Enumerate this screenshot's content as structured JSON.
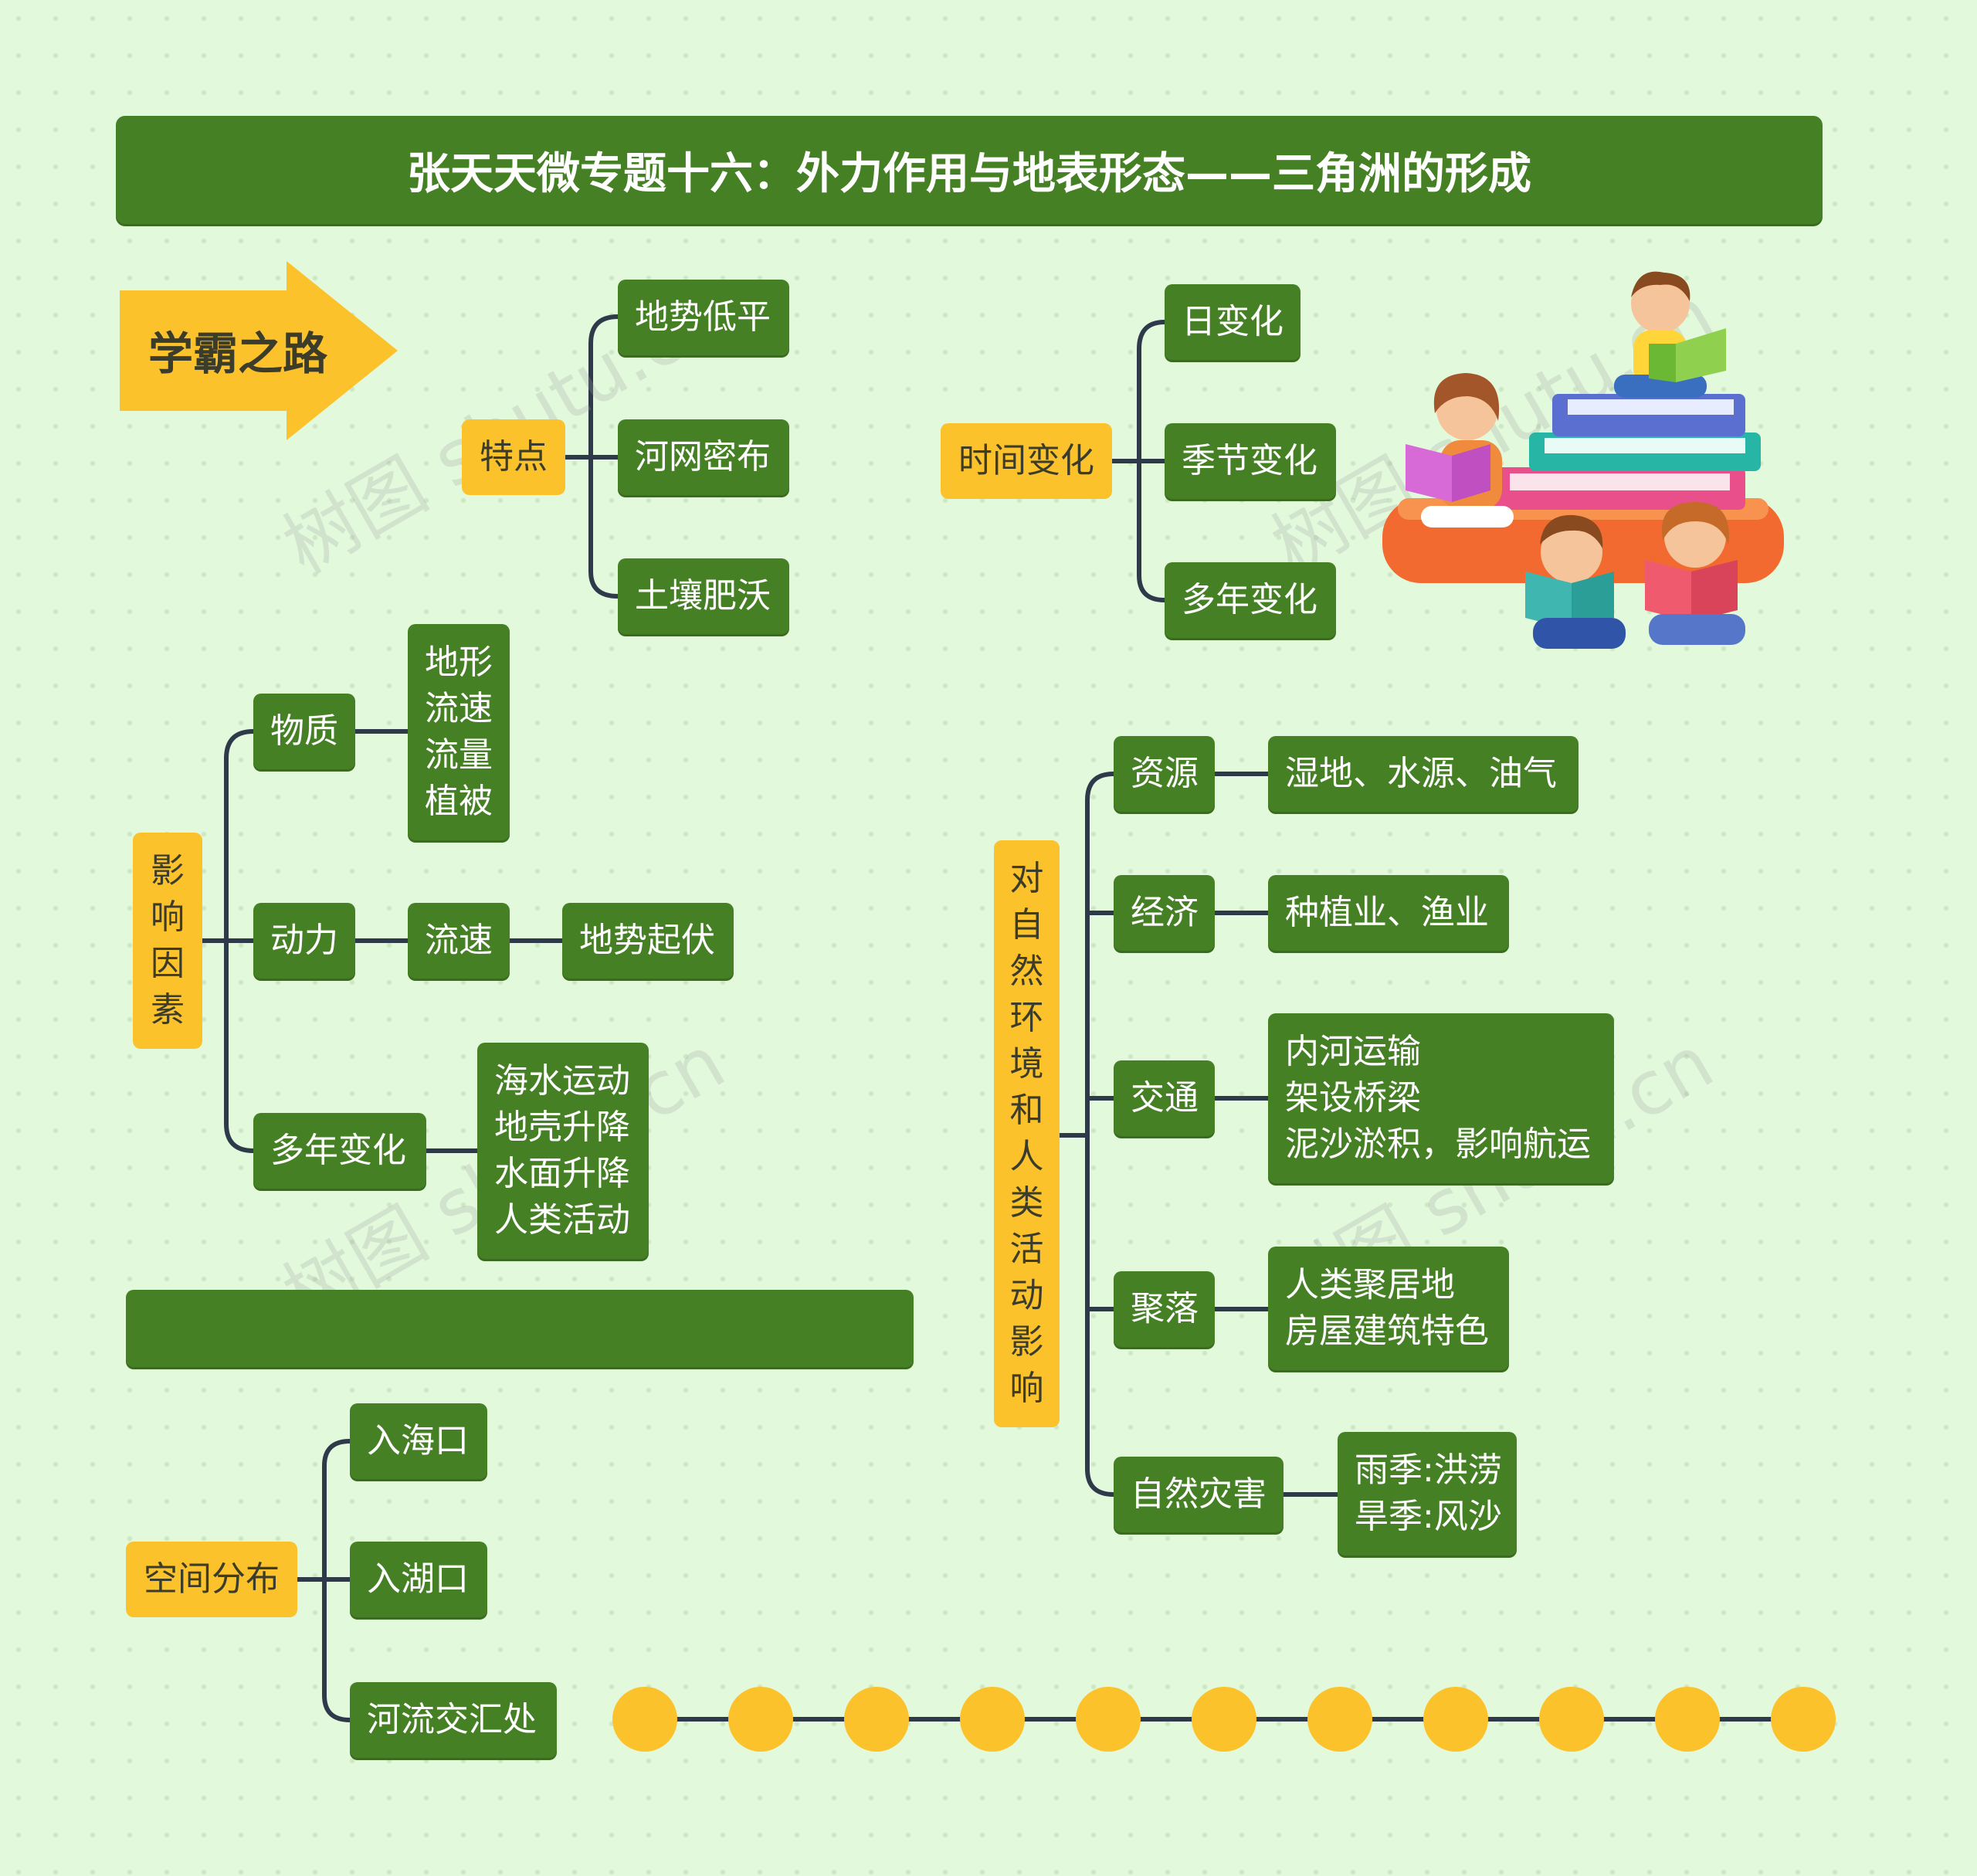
{
  "title": "张天天微专题十六：外力作用与地表形态——三角洲的形成",
  "badge": "学霸之路",
  "watermark": "树图 shutu.cn",
  "colors": {
    "green": "#458025",
    "yellow": "#fcc22b",
    "line": "#2e3a4a",
    "background": "#e2f9dc"
  },
  "features": {
    "label": "特点",
    "items": [
      "地势低平",
      "河网密布",
      "土壤肥沃"
    ]
  },
  "time_change": {
    "label": "时间变化",
    "items": [
      "日变化",
      "季节变化",
      "多年变化"
    ]
  },
  "factors": {
    "label": [
      "影",
      "响",
      "因",
      "素"
    ],
    "material": {
      "label": "物质",
      "detail": [
        "地形",
        "流速",
        "流量",
        "植被"
      ]
    },
    "power": {
      "label": "动力",
      "mid": "流速",
      "detail": "地势起伏"
    },
    "yearly": {
      "label": "多年变化",
      "detail": [
        "海水运动",
        "地壳升降",
        "水面升降",
        "人类活动"
      ]
    }
  },
  "distribution": {
    "label": "空间分布",
    "items": [
      "入海口",
      "入湖口",
      "河流交汇处"
    ]
  },
  "impact": {
    "label": [
      "对",
      "自",
      "然",
      "环",
      "境",
      "和",
      "人",
      "类",
      "活",
      "动",
      "影",
      "响"
    ],
    "resources": {
      "label": "资源",
      "detail": "湿地、水源、油气"
    },
    "economy": {
      "label": "经济",
      "detail": "种植业、渔业"
    },
    "transport": {
      "label": "交通",
      "detail": [
        "内河运输",
        "架设桥梁",
        "泥沙淤积，影响航运"
      ]
    },
    "settlement": {
      "label": "聚落",
      "detail": [
        "人类聚居地",
        "房屋建筑特色"
      ]
    },
    "disaster": {
      "label": "自然灾害",
      "detail": [
        "雨季:洪涝",
        "旱季:风沙"
      ]
    }
  },
  "illustration": "children-reading-books"
}
